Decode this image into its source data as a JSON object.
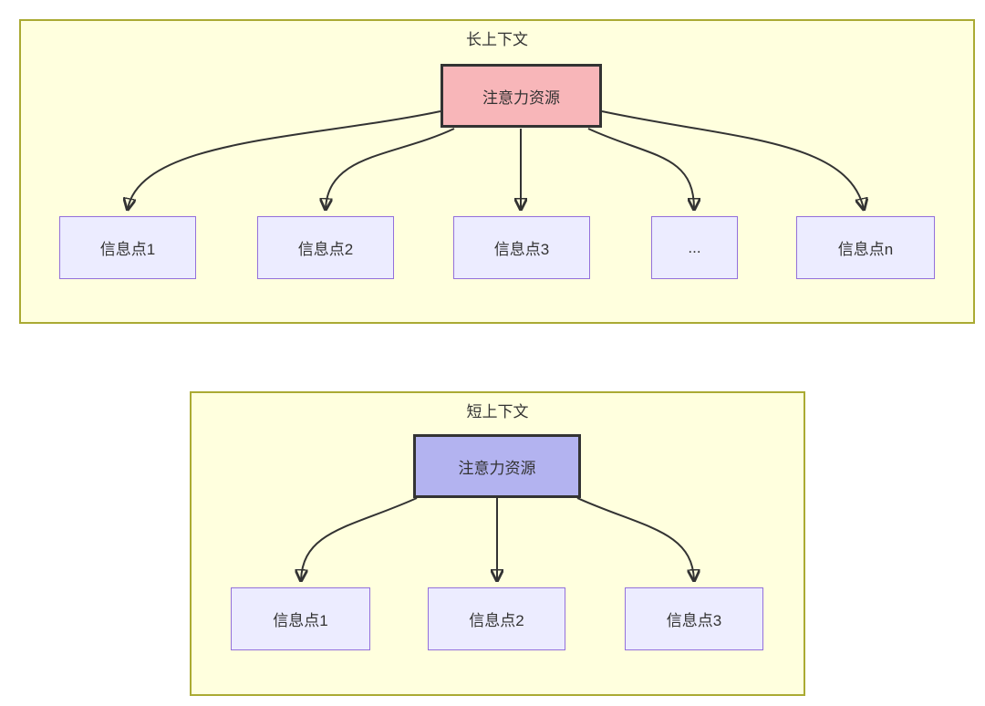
{
  "colors": {
    "cluster_fill": "#ffffde",
    "cluster_border": "#aaaa33",
    "info_node_fill": "#ececff",
    "info_node_border": "#9370db",
    "attention_long_fill": "#f8b6b9",
    "attention_short_fill": "#b3b3f0",
    "attention_border": "#333333",
    "arrow": "#333333",
    "text": "#333333"
  },
  "long_context": {
    "title": "长上下文",
    "attention_label": "注意力资源",
    "nodes": [
      "信息点1",
      "信息点2",
      "信息点3",
      "...",
      "信息点n"
    ]
  },
  "short_context": {
    "title": "短上下文",
    "attention_label": "注意力资源",
    "nodes": [
      "信息点1",
      "信息点2",
      "信息点3"
    ]
  }
}
